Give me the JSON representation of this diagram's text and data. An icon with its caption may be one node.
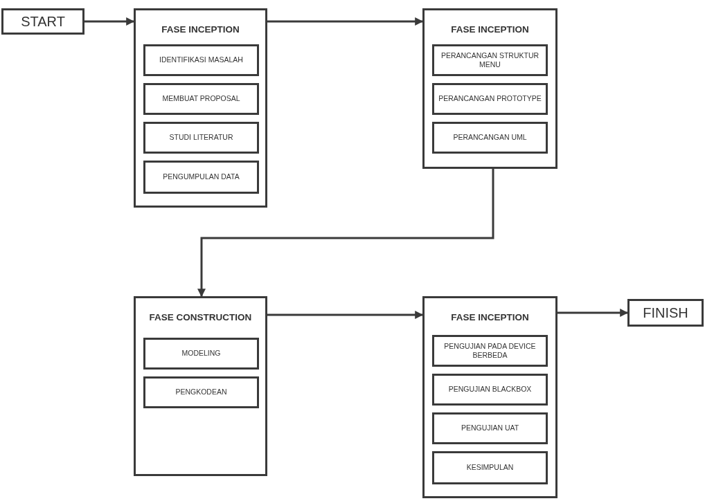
{
  "diagram": {
    "nodes": [
      {
        "text": [
          "START"
        ]
      },
      {
        "text": [
          "FASE INCEPTION"
        ]
      },
      {
        "text": [
          "IDENTIFIKASI MASALAH"
        ],
        "in": 1
      },
      {
        "text": [
          "MEMBUAT PROPOSAL"
        ],
        "in": 1
      },
      {
        "text": [
          "STUDI LITERATUR"
        ],
        "in": 1
      },
      {
        "text": [
          "PENGUMPULAN DATA"
        ],
        "in": 1
      },
      {
        "text": [
          "FASE INCEPTION"
        ]
      },
      {
        "text": [
          "PERANCANGAN STRUKTUR MENU"
        ],
        "in": 6
      },
      {
        "text": [
          "PERANCANGAN PROTOTYPE"
        ],
        "in": 6
      },
      {
        "text": [
          "PERANCANGAN UML"
        ],
        "in": 6
      },
      {
        "text": [
          "FASE CONSTRUCTION"
        ]
      },
      {
        "text": [
          "MODELING"
        ],
        "in": 10
      },
      {
        "text": [
          "PENGKODEAN"
        ],
        "in": 10
      },
      {
        "text": [
          "FASE INCEPTION"
        ]
      },
      {
        "text": [
          "PENGUJIAN PADA DEVICE BERBEDA"
        ],
        "in": 13
      },
      {
        "text": [
          "PENGUJIAN BLACKBOX"
        ],
        "in": 13
      },
      {
        "text": [
          "PENGUJIAN UAT"
        ],
        "in": 13
      },
      {
        "text": [
          "KESIMPULAN"
        ],
        "in": 13
      },
      {
        "text": [
          "FINISH"
        ]
      }
    ],
    "edges": [
      {
        "from": 0,
        "to": 1,
        "arrow": "to"
      },
      {
        "from": 1,
        "to": 6,
        "arrow": "to"
      },
      {
        "from": 6,
        "to": 10,
        "arrow": "to"
      },
      {
        "from": 10,
        "to": 13,
        "arrow": "to"
      },
      {
        "from": 13,
        "to": 18,
        "arrow": "to"
      }
    ]
  }
}
